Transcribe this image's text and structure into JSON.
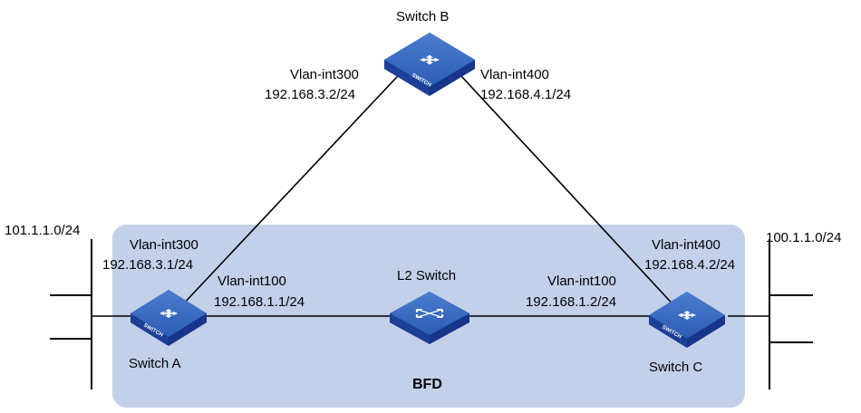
{
  "colors": {
    "bfd_region": "#c3d0ea",
    "switch_top": "#3a69c0",
    "switch_side": "#17358a",
    "link": "#000000"
  },
  "diagram": {
    "switches": [
      {
        "id": "switch-a",
        "name": "Switch A",
        "type": "L3",
        "icon_text": "SWITCH"
      },
      {
        "id": "switch-b",
        "name": "Switch B",
        "type": "L3",
        "icon_text": "SWITCH"
      },
      {
        "id": "switch-c",
        "name": "Switch C",
        "type": "L3",
        "icon_text": "SWITCH"
      },
      {
        "id": "l2-switch",
        "name": "L2 Switch",
        "type": "L2",
        "icon_text": ""
      }
    ],
    "region_label": "BFD",
    "networks": {
      "left": "101.1.1.0/24",
      "right": "100.1.1.0/24"
    },
    "interfaces": {
      "b_left_if": "Vlan-int300",
      "b_left_ip": "192.168.3.2/24",
      "b_right_if": "Vlan-int400",
      "b_right_ip": "192.168.4.1/24",
      "a_up_if": "Vlan-int300",
      "a_up_ip": "192.168.3.1/24",
      "a_right_if": "Vlan-int100",
      "a_right_ip": "192.168.1.1/24",
      "c_left_if": "Vlan-int100",
      "c_left_ip": "192.168.1.2/24",
      "c_up_if": "Vlan-int400",
      "c_up_ip": "192.168.4.2/24"
    }
  }
}
